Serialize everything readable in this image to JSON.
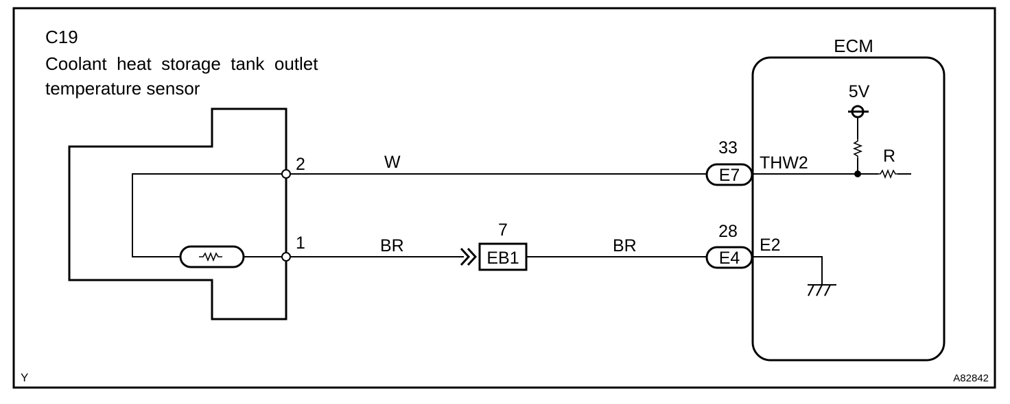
{
  "sensor": {
    "code": "C19",
    "name_line1": "Coolant  heat  storage  tank  outlet",
    "name_line2": "temperature sensor",
    "pin_top": "2",
    "pin_bottom": "1"
  },
  "wires": {
    "top_color": "W",
    "bottom_left_color": "BR",
    "bottom_right_color": "BR"
  },
  "junction": {
    "label": "EB1",
    "pin": "7"
  },
  "ecm": {
    "title": "ECM",
    "voltage": "5V",
    "resistor_label": "R",
    "connector_top_label": "E7",
    "connector_top_pin": "33",
    "connector_bottom_label": "E4",
    "connector_bottom_pin": "28",
    "signal_top": "THW2",
    "signal_bottom": "E2"
  },
  "footer": {
    "left_code": "Y",
    "figure_id": "A82842"
  }
}
